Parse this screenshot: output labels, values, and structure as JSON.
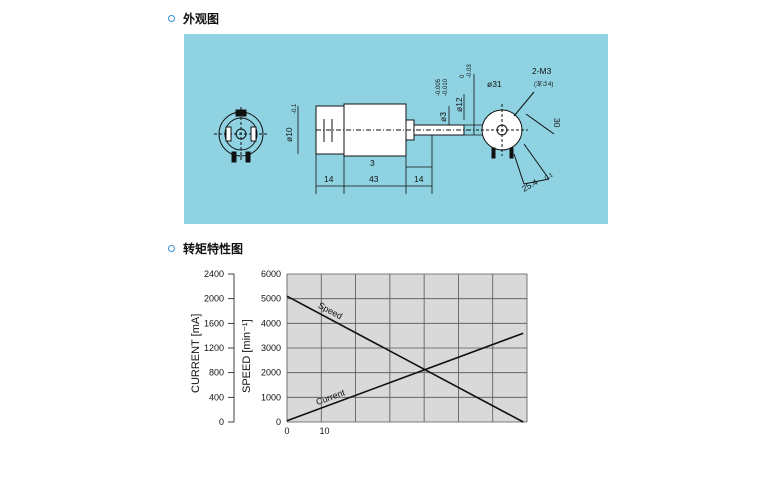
{
  "sections": {
    "appearance_title": "外观图",
    "torque_title": "转矩特性图"
  },
  "drawing": {
    "dims": {
      "shaft_dia": "ø10",
      "shaft_tol": "-0.1",
      "bearing_dia": "ø3",
      "bearing_tol_upper": "-0.005",
      "bearing_tol_lower": "-0.010",
      "boss_dia": "ø12",
      "boss_tol_upper": "0",
      "boss_tol_lower": "-0.03",
      "pcd": "ø31",
      "screw": "2-M3",
      "screw_note": "(深さ4)",
      "dim_3": "3",
      "dim_14a": "14",
      "dim_43": "43",
      "dim_14b": "14",
      "dim_30": "30",
      "dim_25_4": "25.4",
      "dim_25_4_tol": "0.1"
    }
  },
  "chart_data": {
    "type": "line",
    "x": [
      0,
      10
    ],
    "x_ticks": [
      "0",
      "10"
    ],
    "xlim": [
      0,
      64
    ],
    "y_left": {
      "label": "CURRENT [mA]",
      "ticks": [
        "0",
        "400",
        "800",
        "1200",
        "1600",
        "2000",
        "2400"
      ],
      "ylim": [
        0,
        2400
      ]
    },
    "y_right": {
      "label": "SPEED [min⁻¹]",
      "ticks": [
        "0",
        "1000",
        "2000",
        "3000",
        "4000",
        "5000",
        "6000"
      ],
      "ylim": [
        0,
        6000
      ]
    },
    "series": [
      {
        "name": "Speed",
        "axis": "speed",
        "points": [
          [
            0,
            5100
          ],
          [
            63,
            0
          ]
        ]
      },
      {
        "name": "Current",
        "axis": "current",
        "points": [
          [
            0,
            20
          ],
          [
            63,
            1440
          ]
        ]
      }
    ],
    "grid": true
  }
}
